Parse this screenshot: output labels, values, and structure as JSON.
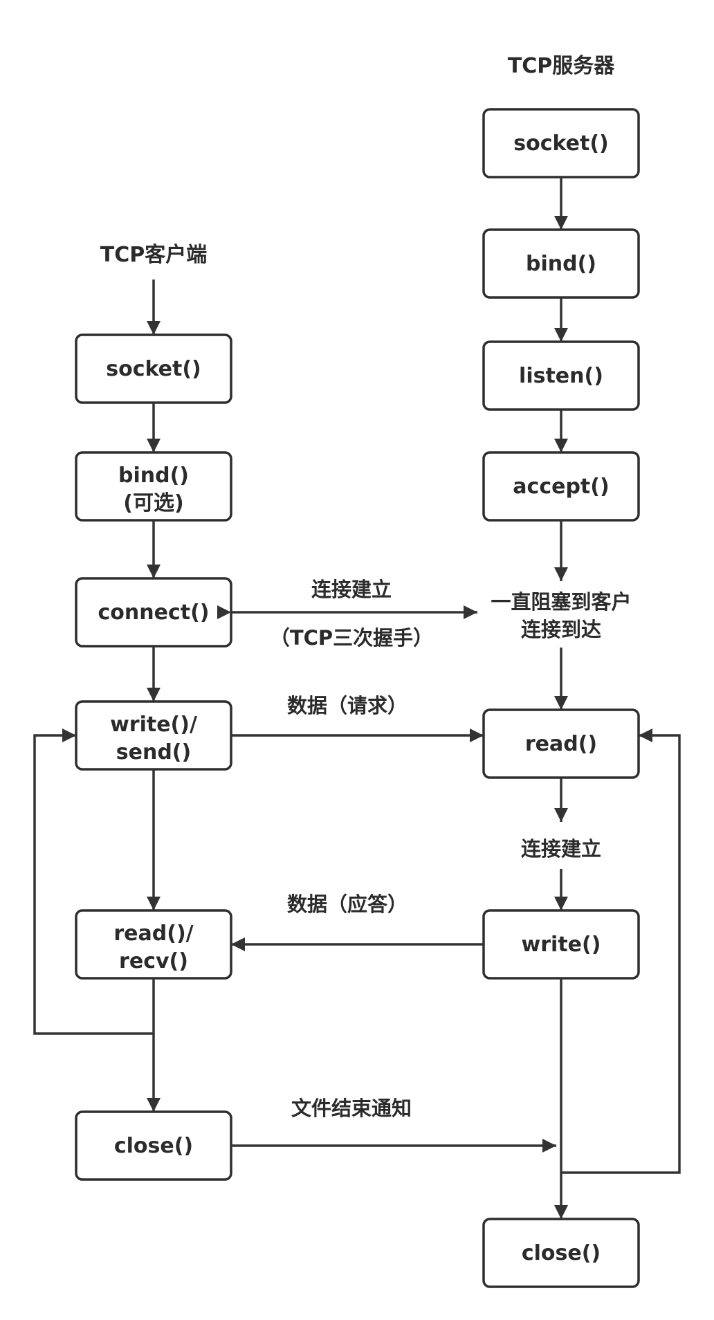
{
  "client": {
    "title": "TCP客户端",
    "socket": "socket()",
    "bind_line1": "bind()",
    "bind_line2": "(可选)",
    "connect": "connect()",
    "write_line1": "write()/",
    "write_line2": "send()",
    "read_line1": "read()/",
    "read_line2": "recv()",
    "close": "close()"
  },
  "server": {
    "title": "TCP服务器",
    "socket": "socket()",
    "bind": "bind()",
    "listen": "listen()",
    "accept": "accept()",
    "block_line1": "一直阻塞到客户",
    "block_line2": "连接到达",
    "read": "read()",
    "process": "连接建立",
    "write": "write()",
    "close": "close()"
  },
  "messages": {
    "connect_line1": "连接建立",
    "connect_line2": "（TCP三次握手）",
    "request": "数据（请求）",
    "response": "数据（应答）",
    "eof": "文件结束通知"
  }
}
